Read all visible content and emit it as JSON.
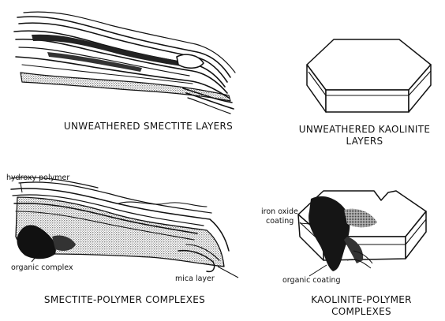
{
  "panels": [
    {
      "id": "unweathered-smectite",
      "caption": "UNWEATHERED SMECTITE LAYERS",
      "labels": []
    },
    {
      "id": "unweathered-kaolinite",
      "caption_lines": [
        "UNWEATHERED KAOLINITE",
        "LAYERS"
      ],
      "labels": []
    },
    {
      "id": "smectite-polymer",
      "caption": "SMECTITE-POLYMER COMPLEXES",
      "labels": [
        "hydroxy polymer",
        "organic complex",
        "mica layer"
      ]
    },
    {
      "id": "kaolinite-polymer",
      "caption_lines": [
        "KAOLINITE-POLYMER",
        "COMPLEXES"
      ],
      "labels": [
        "iron oxide",
        "coating",
        "organic coating"
      ]
    }
  ],
  "colors": {
    "ink": "#111111",
    "stipple": "#8a8a8a",
    "background": "#ffffff"
  }
}
